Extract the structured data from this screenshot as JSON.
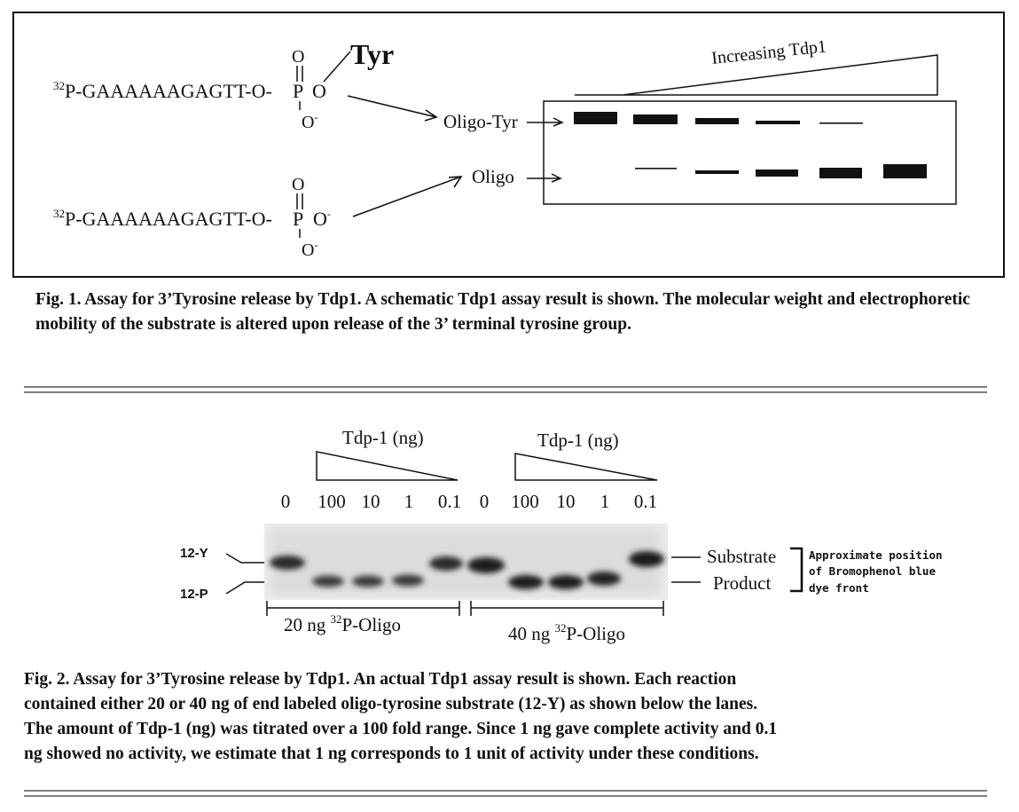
{
  "fig1": {
    "substrate_seq": "P-GAAAAAAGAGTT-O-",
    "substrate_sup": "32",
    "product_seq": "P-GAAAAAAGAGTT-O-",
    "product_sup": "32",
    "phosphorus": "P",
    "oxygen_double": "O",
    "oxygen_ester": "O",
    "oxygen_minus_bottom": "O",
    "oxygen_minus_right": "O",
    "minus": "-",
    "tyr": "Tyr",
    "increasing_label": "Increasing Tdp1",
    "band_label_oligo_tyr": "Oligo-Tyr",
    "band_label_oligo": "Oligo",
    "caption": "Fig. 1.  Assay for 3’Tyrosine release by Tdp1.  A schematic Tdp1 assay result is shown.  The molecular weight and electrophoretic mobility of the substrate is altered upon release of the 3’ terminal tyrosine group."
  },
  "fig2": {
    "tdp_label_left": "Tdp-1 (ng)",
    "tdp_label_right": "Tdp-1 (ng)",
    "lanes_left": [
      "0",
      "100",
      "10",
      "1",
      "0.1"
    ],
    "lanes_right": [
      "0",
      "100",
      "10",
      "1",
      "0.1"
    ],
    "label_12y": "12-Y",
    "label_12p": "12-P",
    "substrate_label": "Substrate",
    "product_label": "Product",
    "note_lines": [
      "Approximate position",
      "of Bromophenol blue",
      "dye front"
    ],
    "group_left_prefix": "20 ng ",
    "group_left_sup": "32",
    "group_left_suffix": "P-Oligo",
    "group_right_prefix": "40 ng ",
    "group_right_sup": "32",
    "group_right_suffix": "P-Oligo",
    "caption_lines": [
      "Fig. 2.  Assay for 3’Tyrosine release by Tdp1.  An actual Tdp1 assay result is shown.  Each reaction",
      "contained either 20 or 40 ng of end labeled  oligo-tyrosine substrate (12-Y) as shown below the lanes.",
      "The amount of Tdp-1 (ng) was titrated over a 100 fold range.  Since 1 ng gave complete activity and 0.1",
      "ng showed no activity, we estimate that 1 ng corresponds to 1 unit of activity under these conditions."
    ]
  }
}
